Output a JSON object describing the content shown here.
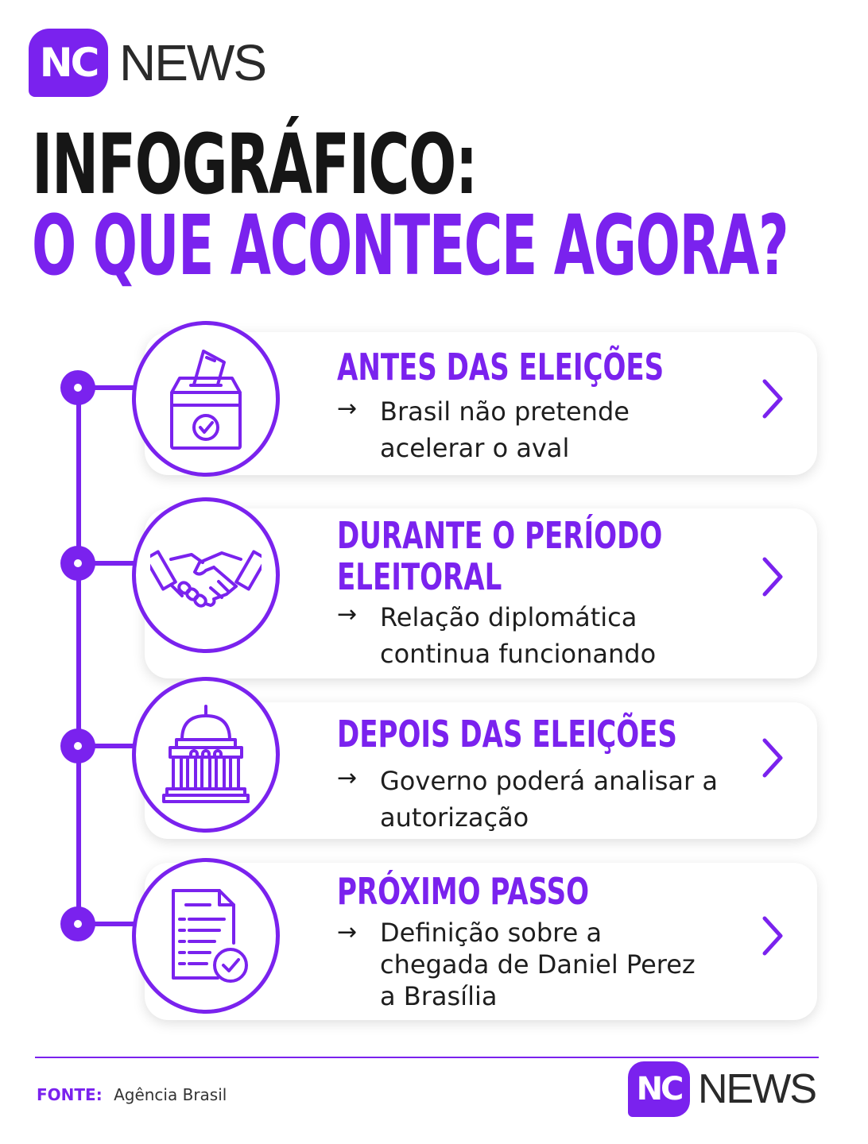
{
  "brand": {
    "badge": "NC",
    "word": "NEWS",
    "accent": "#7a22ee"
  },
  "headline": {
    "line1": "INFOGRÁFICO:",
    "line2": "O QUE ACONTECE AGORA?"
  },
  "arrow_glyph": "→",
  "steps": [
    {
      "title": [
        "ANTES DAS ELEIÇÕES"
      ],
      "description": "Brasil não pretende acelerar o aval",
      "icon": "ballot-box-icon"
    },
    {
      "title": [
        "DURANTE O PERÍODO",
        "ELEITORAL"
      ],
      "description": "Relação diplomática continua funcionando",
      "icon": "handshake-icon"
    },
    {
      "title": [
        "DEPOIS DAS ELEIÇÕES"
      ],
      "description": "Governo poderá analisar a autorização",
      "icon": "government-building-icon"
    },
    {
      "title": [
        "PRÓXIMO PASSO"
      ],
      "description": "Definição sobre a chegada de Daniel Perez a Brasília",
      "icon": "document-check-icon"
    }
  ],
  "footer": {
    "source_label": "FONTE:",
    "source_value": "Agência Brasil"
  }
}
